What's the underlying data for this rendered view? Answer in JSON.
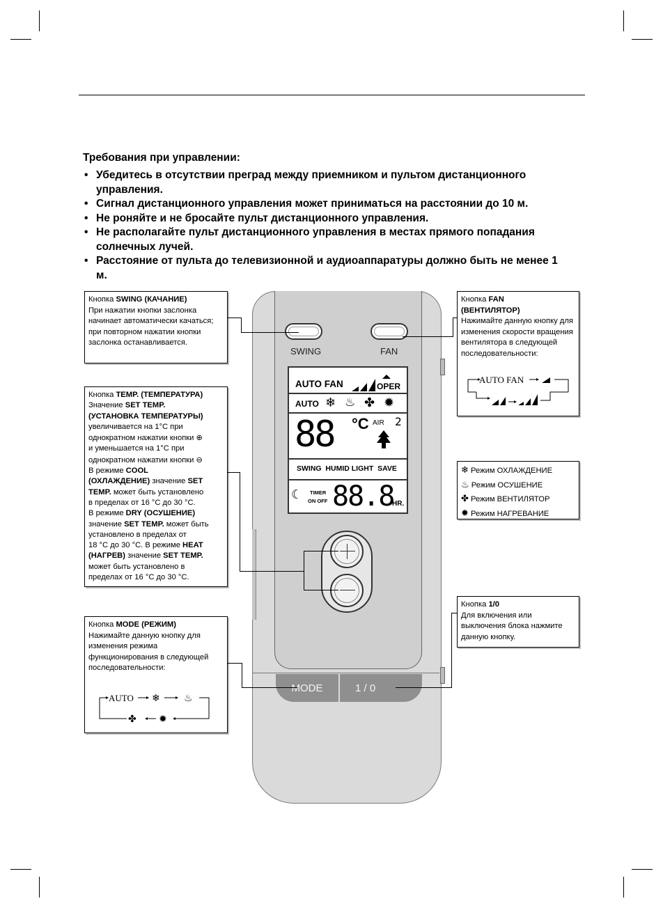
{
  "requirements": {
    "title": "Требования при управлении:",
    "items": [
      "Убедитесь в отсутствии преград между приемником и пультом дистанционного управления.",
      "Сигнал дистанционного управления может приниматься на расстоянии до 10 м.",
      "Не роняйте и не бросайте пульт дистанционного управления.",
      "Не располагайте пульт дистанционного управления в местах прямого попадания солнечных лучей.",
      "Расстояние от пульта до телевизионной  и аудиоаппаратуры должно быть не менее 1 м."
    ]
  },
  "callouts": {
    "swing": {
      "prefix": "Кнопка ",
      "name": "SWING (КАЧАНИЕ)",
      "text": "При нажатии кнопки заслонка начинает автоматически качаться; при повторном нажатии кнопки заслонка останавливается."
    },
    "fan": {
      "prefix": "Кнопка ",
      "name": "FAN",
      "name2": "(ВЕНТИЛЯТОР)",
      "text": "Нажимайте данную кнопку для изменения скорости вращения вентилятора в следующей последовательности:",
      "seq_auto": "AUTO FAN"
    },
    "temp": {
      "l1_prefix": "Кнопка ",
      "l1_bold": "TEMP. (ТЕМПЕРАТУРА)",
      "l2_prefix": "Значение ",
      "l2_bold": "SET TEMP.",
      "l3_bold": "(УСТАНОВКА ТЕМПЕРАТУРЫ)",
      "l4": "увеличивается на 1°С при",
      "l5": "однократном нажатии кнопки",
      "l6": "и уменьшается на 1°С при",
      "l7": "однократном нажатии кнопки",
      "l8_prefix": "В режиме ",
      "l8_bold": "COOL",
      "l9_bold": "(ОХЛАЖДЕНИЕ)",
      "l9_text": " значение ",
      "l9_bold2": "SET",
      "l10_bold": "TEMP.",
      "l10_text": " может быть установлено",
      "l11": "в пределах от 16 °С до 30 °С.",
      "l12_prefix": "В режиме ",
      "l12_bold": "DRY (ОСУШЕНИЕ)",
      "l13_prefix": "значение ",
      "l13_bold": "SET TEMP.",
      "l13_text": " может быть",
      "l14": "установлено в пределах от",
      "l15_text": "18 °С до 30 °С. В режиме ",
      "l15_bold": "HEAT",
      "l16_bold": "(НАГРЕВ)",
      "l16_text": " значение ",
      "l16_bold2": "SET TEMP.",
      "l17": "может быть установлено в",
      "l18": "пределах от 16 °С до 30 °С."
    },
    "modes": [
      {
        "icon": "cool-icon",
        "glyph": "❄",
        "label": "Режим ОХЛАЖДЕНИЕ"
      },
      {
        "icon": "dry-icon",
        "glyph": "♨",
        "label": "Режим ОСУШЕНИЕ"
      },
      {
        "icon": "fan-icon",
        "glyph": "✤",
        "label": "Режим ВЕНТИЛЯТОР"
      },
      {
        "icon": "heat-icon",
        "glyph": "✹",
        "label": "Режим НАГРЕВАНИЕ"
      }
    ],
    "power": {
      "prefix": "Кнопка ",
      "name": "1/0",
      "text": "Для включения или выключения блока нажмите данную кнопку."
    },
    "mode": {
      "prefix": "Кнопка ",
      "name": "MODE (РЕЖИМ)",
      "text": "Нажимайте данную кнопку для изменения режима функционирования в следующей последовательности:",
      "seq_auto": "AUTO"
    }
  },
  "remote": {
    "swing_label": "SWING",
    "fan_label": "FAN",
    "mode_label": "MODE",
    "power_label": "1 / 0",
    "lcd": {
      "auto_fan": "AUTO  FAN",
      "oper": "OPER",
      "auto2": "AUTO",
      "temp_digits": "88",
      "celsius": "°C",
      "air": "AIR",
      "air_digit": "2",
      "functions": "SWING  HUMID LIGHT  SAVE",
      "timer": "TIMER",
      "on_off": "ON OFF",
      "time_digits": "88.8",
      "hr": "HR."
    }
  }
}
